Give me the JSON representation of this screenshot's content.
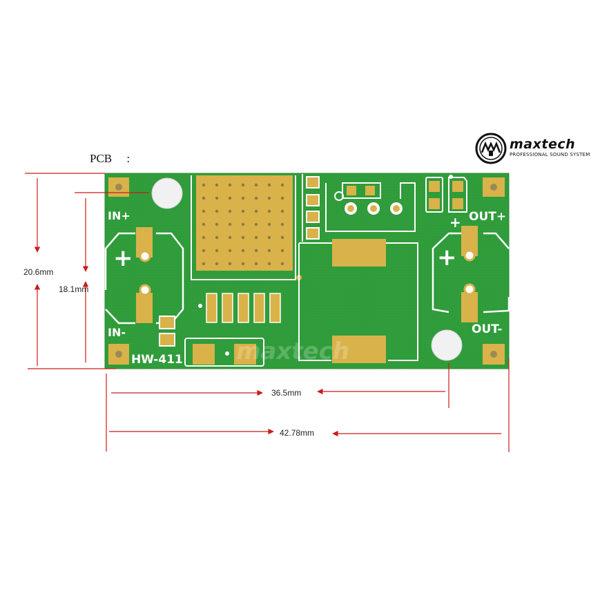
{
  "pcb_caption": "PCB     :",
  "logo": {
    "brand": "maxtech",
    "tagline": "PROFESSIONAL SOUND SYSTEM"
  },
  "board": {
    "model": "HW-411",
    "in_plus": "IN+",
    "in_minus": "IN-",
    "out_plus": "OUT+",
    "out_minus": "OUT-",
    "plus_sign": "+",
    "watermark": "maxtech"
  },
  "dimensions": {
    "height_outer": "20.6mm",
    "height_inner": "18.1mm",
    "width_holes": "36.5mm",
    "width_total": "42.78mm"
  },
  "colors": {
    "board": "#2f9b3a",
    "pad": "#d9b24a",
    "silk": "#ffffff",
    "dimension_line": "#cc1b1b"
  }
}
